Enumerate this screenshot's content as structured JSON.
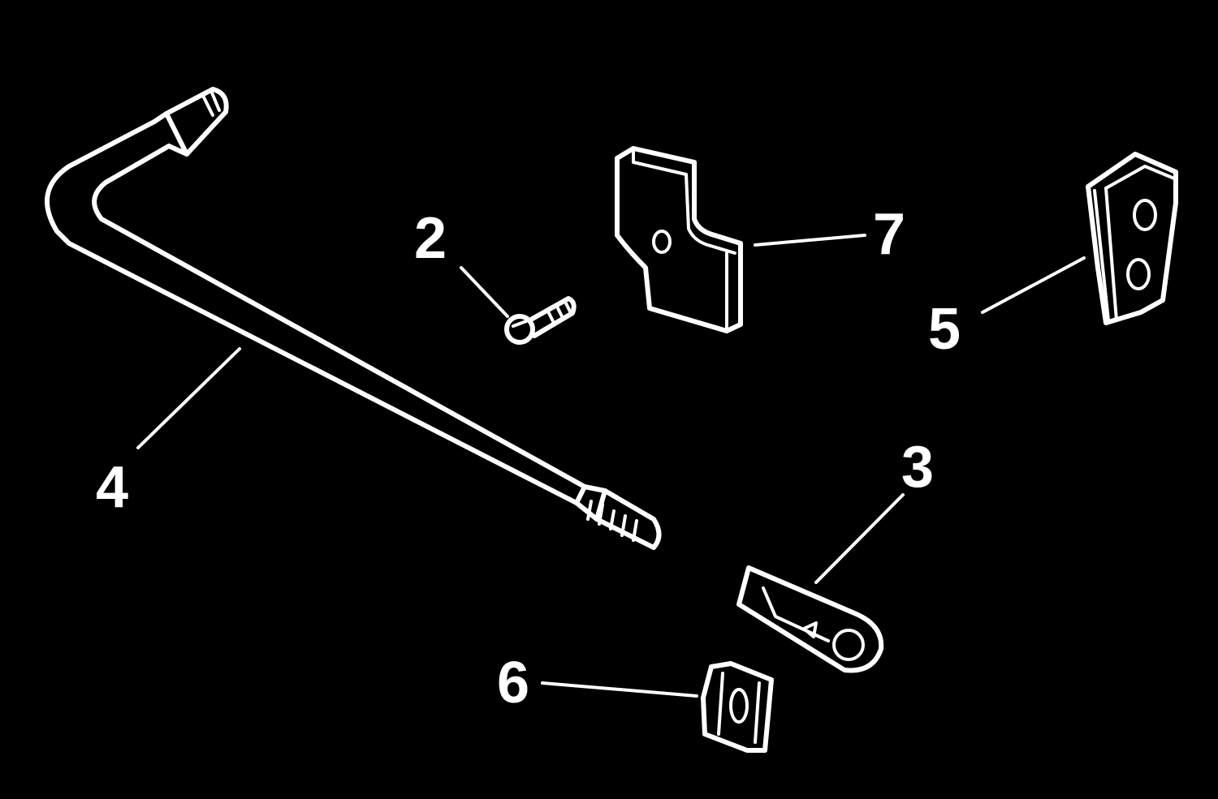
{
  "diagram": {
    "background_color": "#000000",
    "line_color": "#ffffff",
    "callouts": {
      "c2": "2",
      "c3": "3",
      "c4": "4",
      "c5": "5",
      "c6": "6",
      "c7": "7"
    }
  }
}
